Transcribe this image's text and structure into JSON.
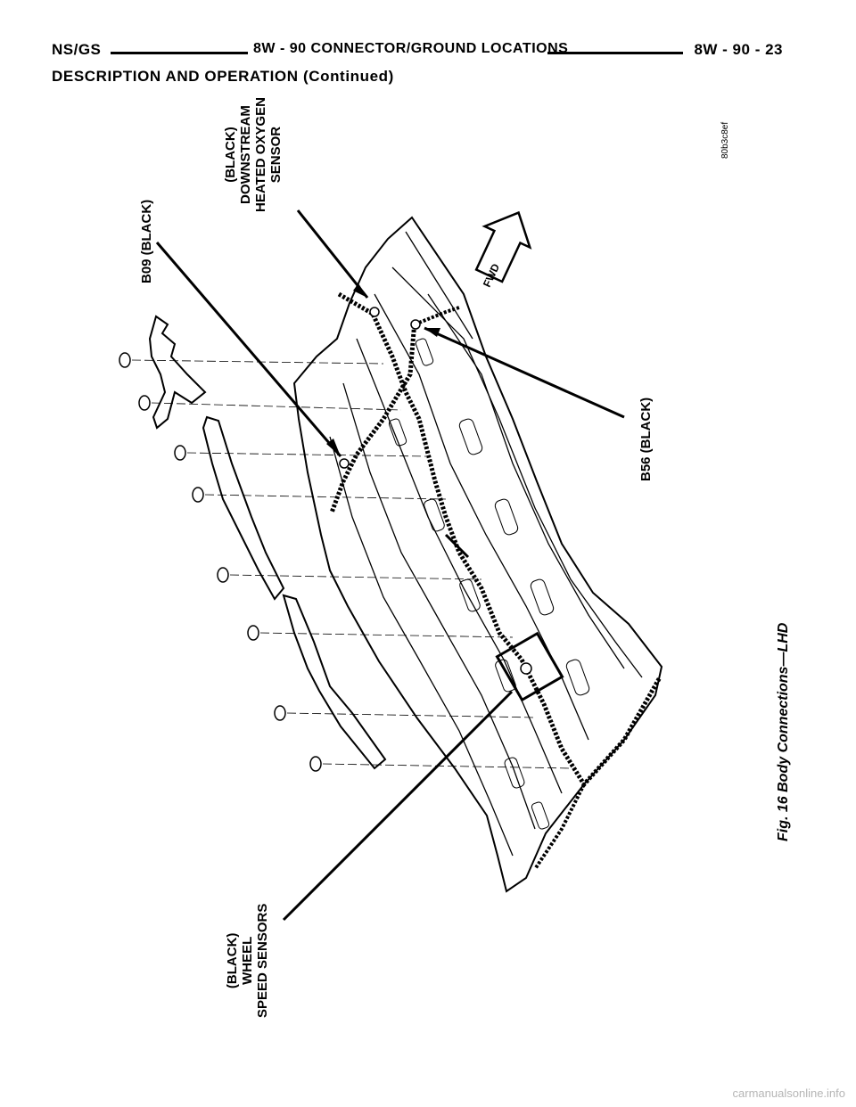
{
  "header": {
    "left": "NS/GS",
    "center": "8W - 90 CONNECTOR/GROUND LOCATIONS",
    "right": "8W - 90 - 23"
  },
  "section_title": "DESCRIPTION AND OPERATION (Continued)",
  "figure": {
    "labels": {
      "b09": "B09 (BLACK)",
      "oxygen_sensor": [
        "(BLACK)",
        "DOWNSTREAM",
        "HEATED OXYGEN",
        "SENSOR"
      ],
      "b56": "B56 (BLACK)",
      "wheel_speed": [
        "(BLACK)",
        "WHEEL",
        "SPEED SENSORS"
      ],
      "fwd": "FWD"
    },
    "code": "80b3c8ef",
    "caption": "Fig. 16 Body Connections—LHD"
  },
  "watermark": "carmanualsonline.info"
}
